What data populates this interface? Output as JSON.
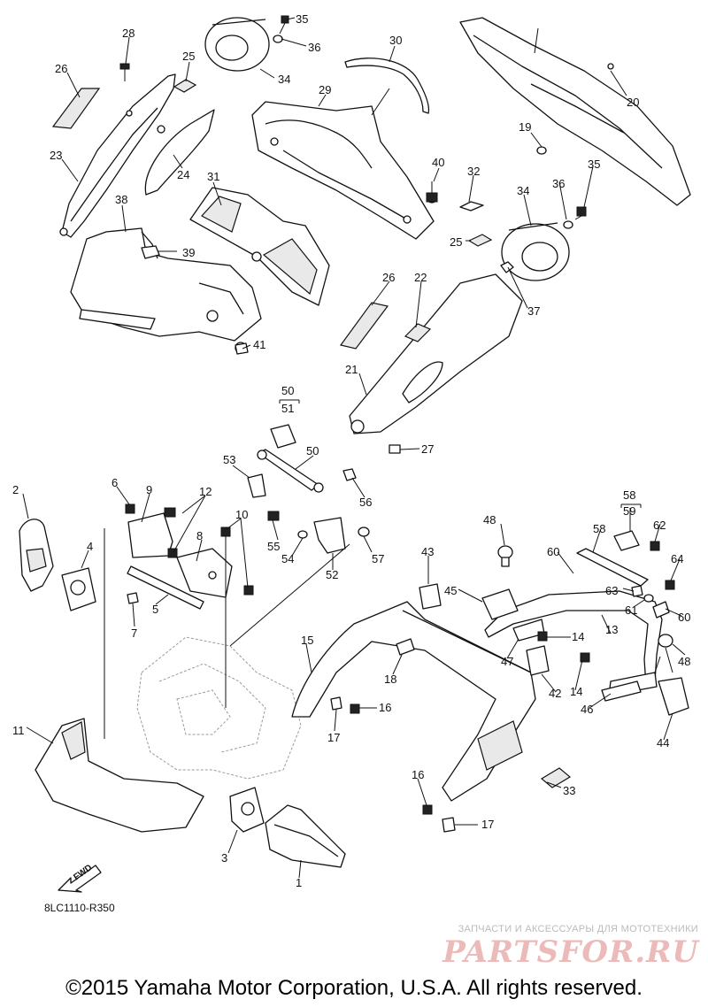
{
  "diagram": {
    "drawing_code": "8LC1110-R350",
    "fwd_label": "FWD",
    "callouts": [
      {
        "id": "c1",
        "label": "1"
      },
      {
        "id": "c2",
        "label": "2"
      },
      {
        "id": "c3",
        "label": "3"
      },
      {
        "id": "c4",
        "label": "4"
      },
      {
        "id": "c5",
        "label": "5"
      },
      {
        "id": "c6",
        "label": "6"
      },
      {
        "id": "c7",
        "label": "7"
      },
      {
        "id": "c8",
        "label": "8"
      },
      {
        "id": "c9",
        "label": "9"
      },
      {
        "id": "c10",
        "label": "10"
      },
      {
        "id": "c11",
        "label": "11"
      },
      {
        "id": "c12",
        "label": "12"
      },
      {
        "id": "c13",
        "label": "13"
      },
      {
        "id": "c14a",
        "label": "14"
      },
      {
        "id": "c14b",
        "label": "14"
      },
      {
        "id": "c14c",
        "label": "14"
      },
      {
        "id": "c15",
        "label": "15"
      },
      {
        "id": "c16a",
        "label": "16"
      },
      {
        "id": "c16b",
        "label": "16"
      },
      {
        "id": "c17a",
        "label": "17"
      },
      {
        "id": "c17b",
        "label": "17"
      },
      {
        "id": "c18",
        "label": "18"
      },
      {
        "id": "c19",
        "label": "19"
      },
      {
        "id": "c20",
        "label": "20"
      },
      {
        "id": "c21",
        "label": "21"
      },
      {
        "id": "c22",
        "label": "22"
      },
      {
        "id": "c23",
        "label": "23"
      },
      {
        "id": "c24",
        "label": "24"
      },
      {
        "id": "c25a",
        "label": "25"
      },
      {
        "id": "c25b",
        "label": "25"
      },
      {
        "id": "c26a",
        "label": "26"
      },
      {
        "id": "c26b",
        "label": "26"
      },
      {
        "id": "c27",
        "label": "27"
      },
      {
        "id": "c28",
        "label": "28"
      },
      {
        "id": "c29",
        "label": "29"
      },
      {
        "id": "c30",
        "label": "30"
      },
      {
        "id": "c31",
        "label": "31"
      },
      {
        "id": "c32",
        "label": "32"
      },
      {
        "id": "c33",
        "label": "33"
      },
      {
        "id": "c34a",
        "label": "34"
      },
      {
        "id": "c34b",
        "label": "34"
      },
      {
        "id": "c35a",
        "label": "35"
      },
      {
        "id": "c35b",
        "label": "35"
      },
      {
        "id": "c36a",
        "label": "36"
      },
      {
        "id": "c36b",
        "label": "36"
      },
      {
        "id": "c37",
        "label": "37"
      },
      {
        "id": "c38",
        "label": "38"
      },
      {
        "id": "c39",
        "label": "39"
      },
      {
        "id": "c40",
        "label": "40"
      },
      {
        "id": "c41",
        "label": "41"
      },
      {
        "id": "c42",
        "label": "42"
      },
      {
        "id": "c43",
        "label": "43"
      },
      {
        "id": "c44",
        "label": "44"
      },
      {
        "id": "c45",
        "label": "45"
      },
      {
        "id": "c46",
        "label": "46"
      },
      {
        "id": "c47",
        "label": "47"
      },
      {
        "id": "c48a",
        "label": "48"
      },
      {
        "id": "c48b",
        "label": "48"
      },
      {
        "id": "c50a",
        "label": "50"
      },
      {
        "id": "c51",
        "label": "51"
      },
      {
        "id": "c50b",
        "label": "50"
      },
      {
        "id": "c52",
        "label": "52"
      },
      {
        "id": "c53",
        "label": "53"
      },
      {
        "id": "c54",
        "label": "54"
      },
      {
        "id": "c55",
        "label": "55"
      },
      {
        "id": "c56",
        "label": "56"
      },
      {
        "id": "c57",
        "label": "57"
      },
      {
        "id": "c58a",
        "label": "58"
      },
      {
        "id": "c59",
        "label": "59"
      },
      {
        "id": "c58b",
        "label": "58"
      },
      {
        "id": "c60a",
        "label": "60"
      },
      {
        "id": "c60b",
        "label": "60"
      },
      {
        "id": "c61",
        "label": "61"
      },
      {
        "id": "c62",
        "label": "62"
      },
      {
        "id": "c63",
        "label": "63"
      },
      {
        "id": "c64",
        "label": "64"
      }
    ]
  },
  "watermark": {
    "tagline": "ЗАПЧАСТИ И АКСЕССУАРЫ ДЛЯ МОТОТЕХНИКИ",
    "brand": "PARTSFOR.RU"
  },
  "footer": {
    "copyright": "©2015 Yamaha Motor Corporation, U.S.A. All rights reserved."
  }
}
